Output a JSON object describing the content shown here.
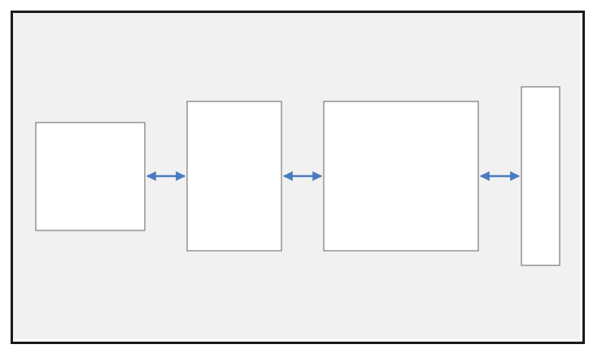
{
  "diagram": {
    "background_color": "#f1f1f1",
    "frame_color": "#1c1c1c",
    "box_fill": "#ffffff",
    "box_stroke": "#7a7a7a",
    "connector_color": "#4a7bbf",
    "boxes": [
      {
        "name": "block-1"
      },
      {
        "name": "block-2"
      },
      {
        "name": "block-3"
      },
      {
        "name": "block-4"
      }
    ],
    "connectors": [
      {
        "from": "block-1",
        "to": "block-2",
        "direction": "bidirectional"
      },
      {
        "from": "block-2",
        "to": "block-3",
        "direction": "bidirectional"
      },
      {
        "from": "block-3",
        "to": "block-4",
        "direction": "bidirectional"
      }
    ]
  }
}
